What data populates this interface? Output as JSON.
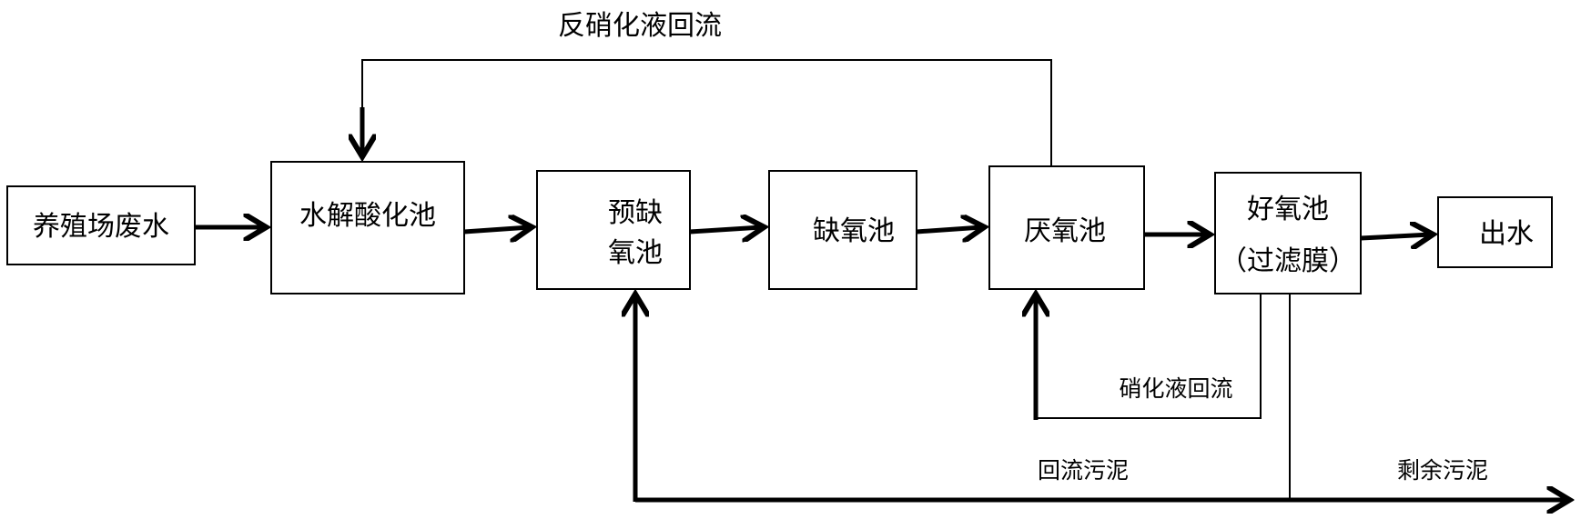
{
  "nodes": {
    "wastewater": "养殖场废水",
    "hydrolysis": "水解酸化池",
    "pre_anoxic_1": "预缺",
    "pre_anoxic_2": "氧池",
    "anoxic": "缺氧池",
    "anaerobic": "厌氧池",
    "aerobic_1": "好氧池",
    "aerobic_2": "（过滤膜）",
    "effluent": "出水"
  },
  "flows": {
    "denitrification_return": "反硝化液回流",
    "nitrification_return": "硝化液回流",
    "sludge_return": "回流污泥",
    "excess_sludge": "剩余污泥"
  },
  "colors": {
    "line": "#000000",
    "background": "#ffffff"
  }
}
